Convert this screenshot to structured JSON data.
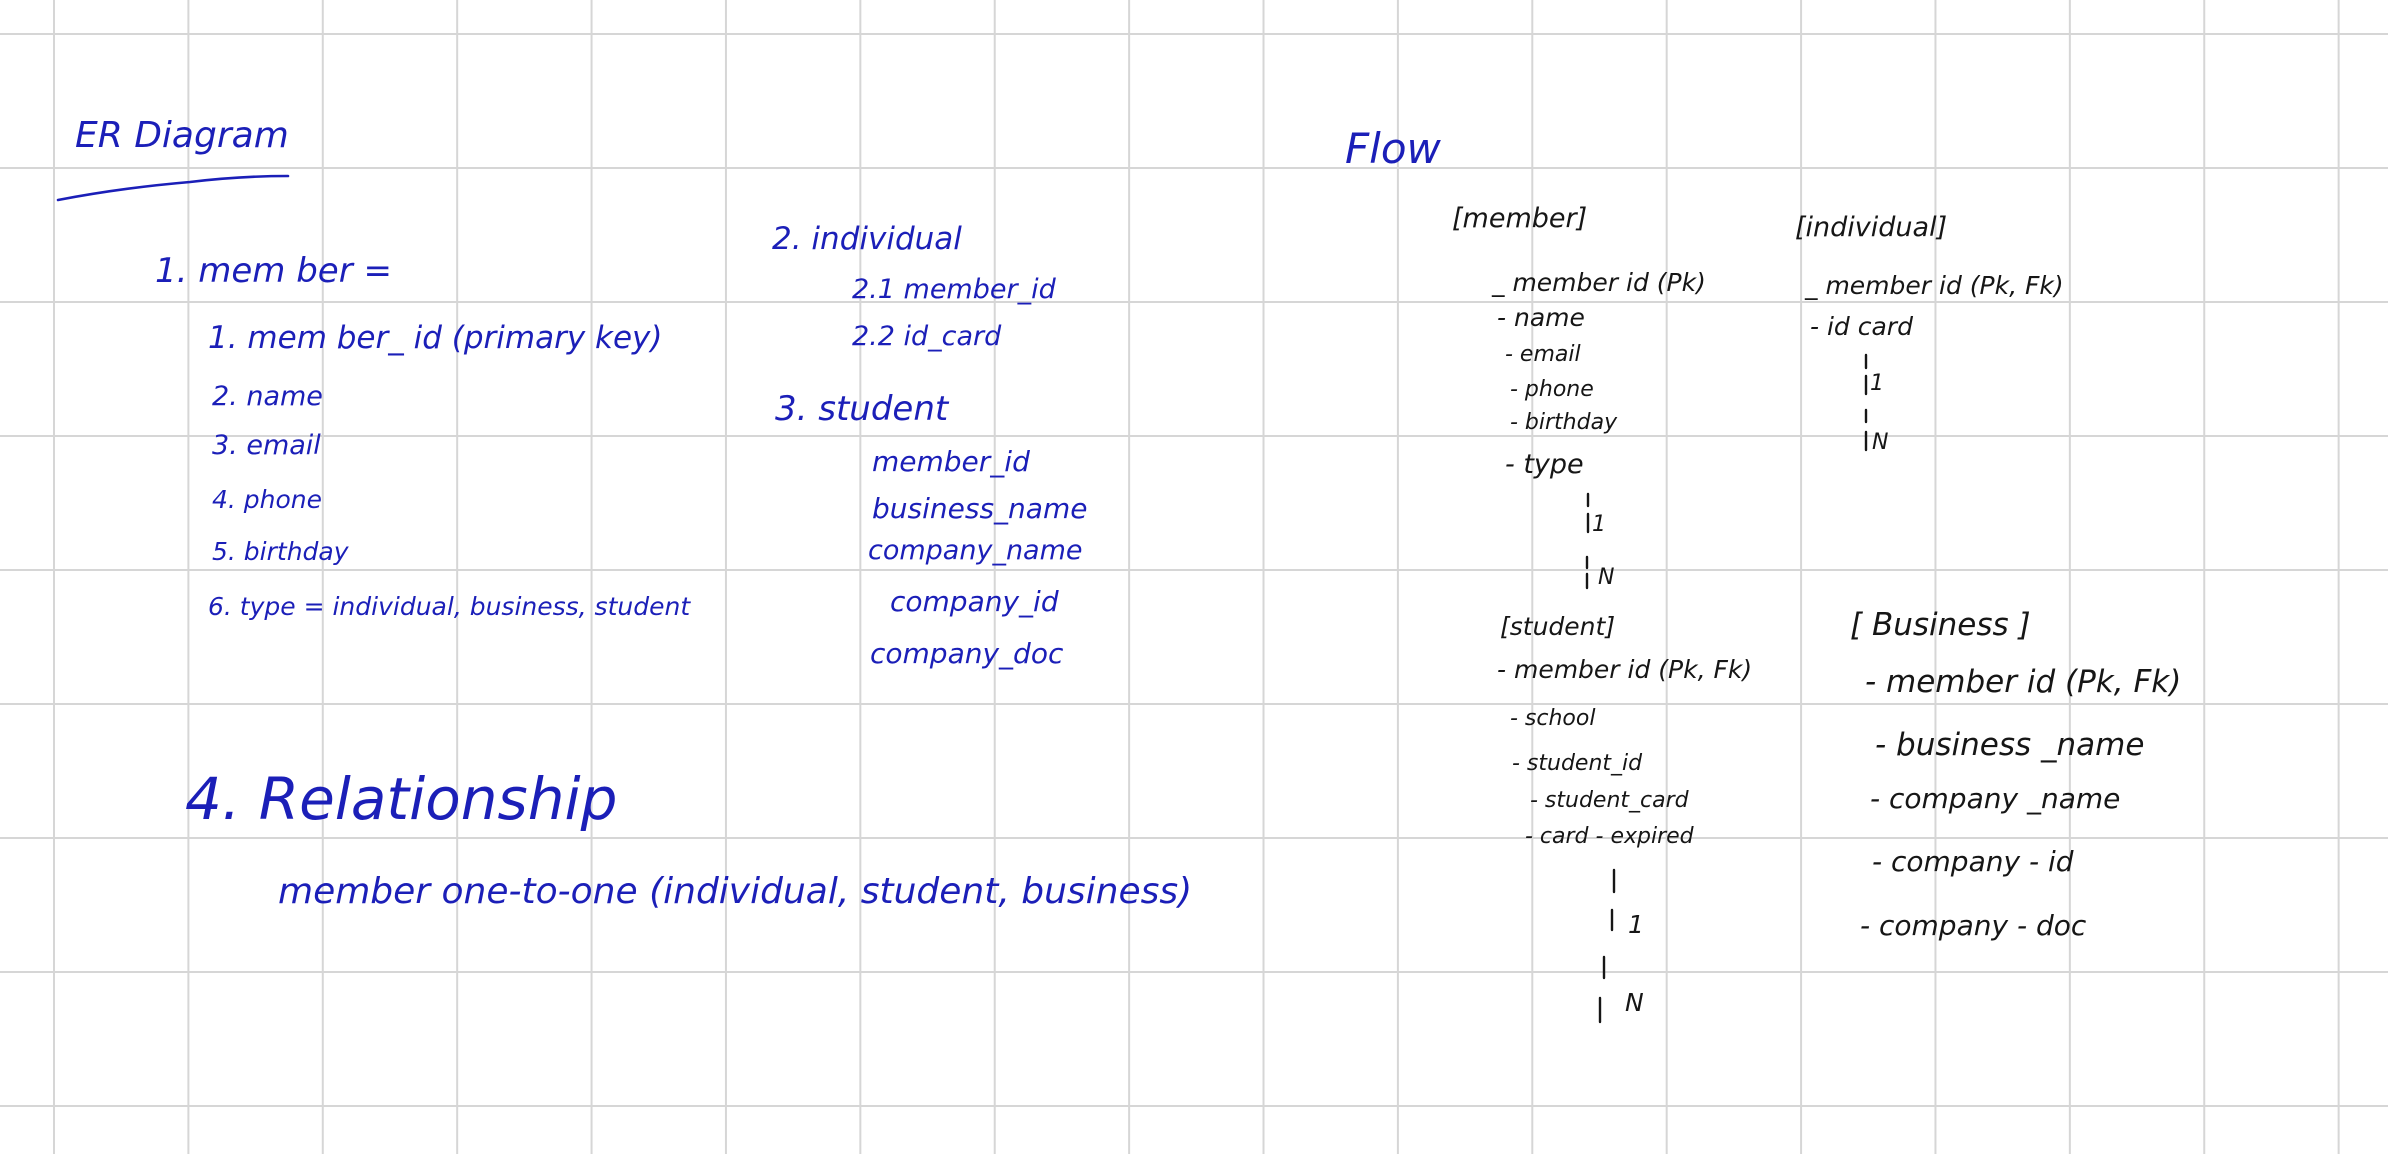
{
  "er": {
    "title": "ER Diagram",
    "member": {
      "heading": "1. mem ber =",
      "items": [
        "1. mem ber_ id (primary key)",
        "2. name",
        "3. email",
        "4. phone",
        "5. birthday",
        "6. type = individual, business, student"
      ]
    },
    "individual": {
      "heading": "2. individual",
      "items": [
        "2.1 member_id",
        "2.2 id_card"
      ]
    },
    "student": {
      "heading": "3. student",
      "items": [
        "member_id",
        "business_name",
        "company_name",
        "company_id",
        "company_doc"
      ]
    },
    "relationship": {
      "heading": "4. Relationship",
      "text": "member one-to-one (individual, student, business)"
    }
  },
  "flow": {
    "title": "Flow",
    "member": {
      "label": "[member]",
      "fields": [
        "_ member id (Pk)",
        "- name",
        "- email",
        "- phone",
        "- birthday",
        "- type"
      ],
      "card_one": "1",
      "card_many": "N"
    },
    "individual": {
      "label": "[individual]",
      "fields": [
        "_ member id (Pk, Fk)",
        "- id card"
      ],
      "card_one": "1",
      "card_many": "N"
    },
    "student": {
      "label": "[student]",
      "fields": [
        "- member id (Pk, Fk)",
        "- school",
        "- student_id",
        "- student_card",
        "- card - expired"
      ],
      "card_one": "1",
      "card_many": "N"
    },
    "business": {
      "label": "[ Business ]",
      "fields": [
        "- member id (Pk, Fk)",
        "- business _name",
        "- company _name",
        "- company - id",
        "- company - doc"
      ]
    }
  },
  "colors": {
    "ink_blue": "#1b1fb8",
    "ink_black": "#161616",
    "grid": "#d6d6d6"
  }
}
